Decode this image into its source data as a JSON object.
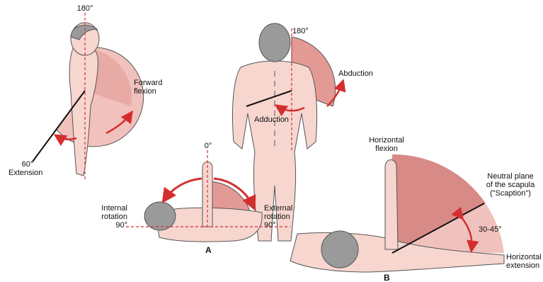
{
  "colors": {
    "skin": "#f6d6cf",
    "skin_outline": "#555555",
    "hair": "#9a9a9a",
    "sector": "#d87f7f",
    "sector_light": "#f1c2bd",
    "arrow": "#d42f2f",
    "dashed": "#d42f2f",
    "line": "#111111"
  },
  "figure_a_side": {
    "top_angle": "180°",
    "flexion_label": "Forward\nflexion",
    "extension_angle": "60°",
    "extension_label": "Extension"
  },
  "figure_a_back": {
    "top_angle": "180°",
    "abduction_label": "Abduction",
    "adduction_label": "Adduction"
  },
  "figure_a_rotation": {
    "top_angle": "0°",
    "internal_label": "Internal\nrotation\n90°",
    "external_label": "External\nrotation\n90°",
    "panel_letter": "A"
  },
  "figure_b": {
    "horizontal_flexion_label": "Horizontal\nflexion",
    "neutral_plane_label": "Neutral plane\nof the scapula\n(\"Scaption\")",
    "scaption_angle": "30-45°",
    "horizontal_extension_label": "Horizontal\nextension",
    "panel_letter": "B"
  },
  "icons": [
    "double-arrow-icon",
    "curved-arrow-icon"
  ]
}
